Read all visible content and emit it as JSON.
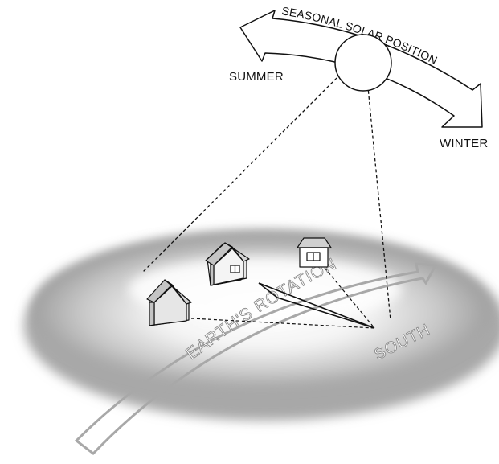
{
  "labels": {
    "seasonal_solar_position": "SEASONAL SOLAR POSITION",
    "summer": "SUMMER",
    "winter": "WINTER",
    "earths_rotation": "EARTH'S ROTATION",
    "south": "SOUTH"
  },
  "colors": {
    "ground_shadow": "#9a9a9a",
    "rotation_arrow": "#a8a8a8",
    "line": "#111111",
    "house_front": "#e6e6e6",
    "house_side": "#c4c4c4"
  }
}
